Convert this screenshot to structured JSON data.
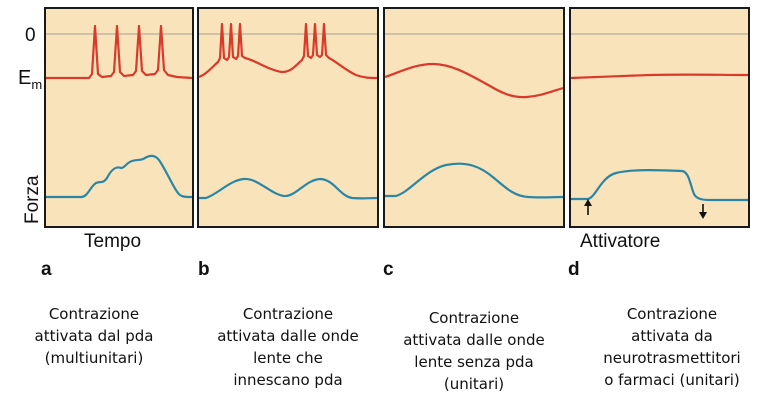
{
  "axis": {
    "zero_label": "0",
    "em_label": "E",
    "em_subscript": "m",
    "force_label": "Forza"
  },
  "colors": {
    "panel_bg": "#f8e3bb",
    "panel_border": "#1a1a1a",
    "potential_trace": "#d93a2b",
    "force_trace": "#2a86a4",
    "zero_line": "#b7ab96"
  },
  "panels": [
    {
      "letter": "a",
      "xlabel": "Tempo",
      "caption": "Contrazione\nattivata dal pda\n(multiunitari)"
    },
    {
      "letter": "b",
      "xlabel": "",
      "caption": "Contrazione\nattivata dalle onde\nlente che\ninnescano pda"
    },
    {
      "letter": "c",
      "xlabel": "",
      "caption": "Contrazione\nattivata dalle onde\nlente senza pda\n(unitari)"
    },
    {
      "letter": "d",
      "xlabel": "Attivatore",
      "caption": "Contrazione\nattivata da\nneurotrasmettitori\no farmaci (unitari)"
    }
  ]
}
